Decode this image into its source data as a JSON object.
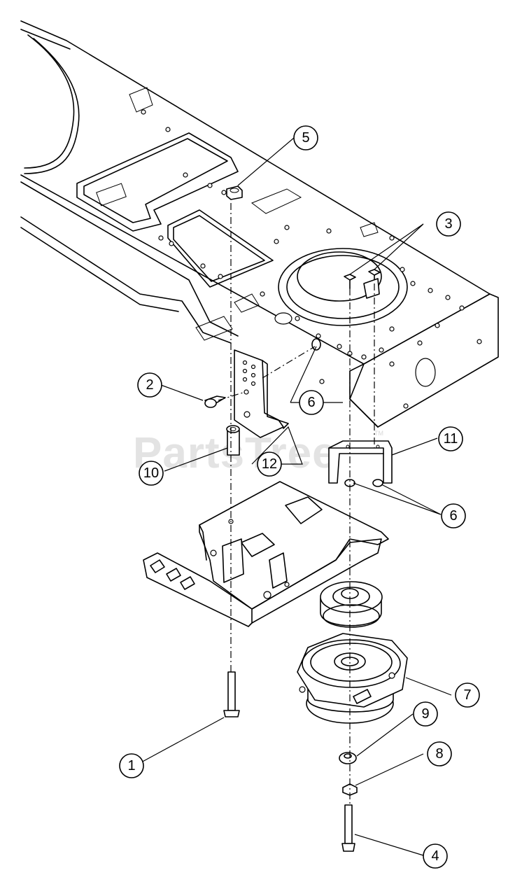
{
  "watermark": {
    "text": "PartsTree",
    "tm": "TM"
  },
  "callouts": [
    {
      "id": "c1",
      "label": "1"
    },
    {
      "id": "c2",
      "label": "2"
    },
    {
      "id": "c3",
      "label": "3"
    },
    {
      "id": "c4",
      "label": "4"
    },
    {
      "id": "c5",
      "label": "5"
    },
    {
      "id": "c6a",
      "label": "6"
    },
    {
      "id": "c6b",
      "label": "6"
    },
    {
      "id": "c7",
      "label": "7"
    },
    {
      "id": "c8",
      "label": "8"
    },
    {
      "id": "c9",
      "label": "9"
    },
    {
      "id": "c10",
      "label": "10"
    },
    {
      "id": "c11",
      "label": "11"
    },
    {
      "id": "c12",
      "label": "12"
    }
  ]
}
